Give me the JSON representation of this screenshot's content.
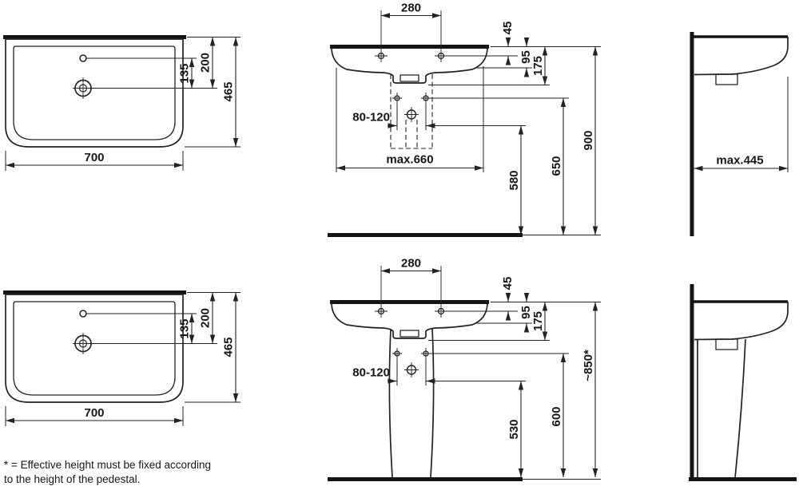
{
  "colors": {
    "line": "#222222",
    "background": "#ffffff"
  },
  "footnote": {
    "line1": "* = Effective height must be fixed according",
    "line2": "to the height of the pedestal."
  },
  "dims": {
    "tl": {
      "w700": "700",
      "d465": "465",
      "d200": "200",
      "d135": "135"
    },
    "tc": {
      "d280": "280",
      "d45": "45",
      "d95": "95",
      "d175": "175",
      "d80120": "80-120",
      "max660": "max.660",
      "d580": "580",
      "d650": "650",
      "d900": "900"
    },
    "tr": {
      "max445": "max.445"
    },
    "bl": {
      "w700": "700",
      "d465": "465",
      "d200": "200",
      "d135": "135"
    },
    "bc": {
      "d280": "280",
      "d45": "45",
      "d95": "95",
      "d175": "175",
      "d80120": "80-120",
      "d530": "530",
      "d600": "600",
      "d850": "~850*"
    }
  }
}
